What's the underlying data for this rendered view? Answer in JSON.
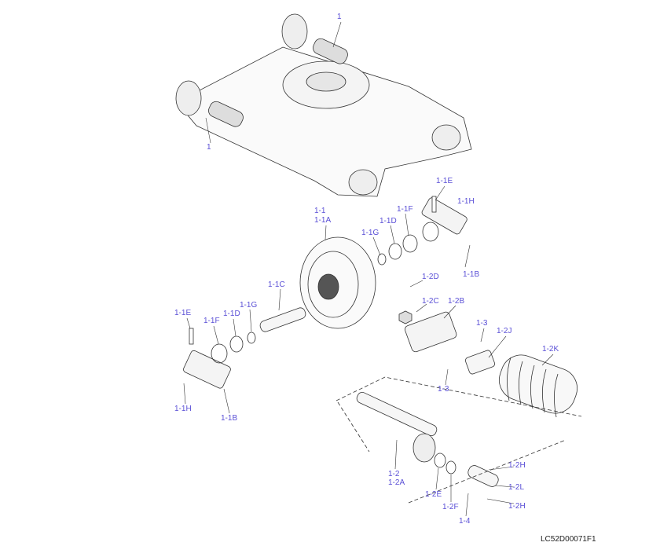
{
  "callouts": [
    "1",
    "1",
    "1-1E",
    "1-1H",
    "1-1F",
    "1-1D",
    "1-1G",
    "1-1",
    "1-1A",
    "1-1B",
    "1-2D",
    "1-1C",
    "1-2C",
    "1-2B",
    "1-1E",
    "1-1F",
    "1-1D",
    "1-1G",
    "1-3",
    "1-2J",
    "1-2K",
    "1-3",
    "1-1H",
    "1-1B",
    "1-2H",
    "1-2",
    "1-2A",
    "1-2L",
    "1-2E",
    "1-2F",
    "1-2H",
    "1-4"
  ],
  "drawing_code": "LC52D00071F1",
  "colors": {
    "callout": "#5a4fd6",
    "line": "#333333"
  }
}
